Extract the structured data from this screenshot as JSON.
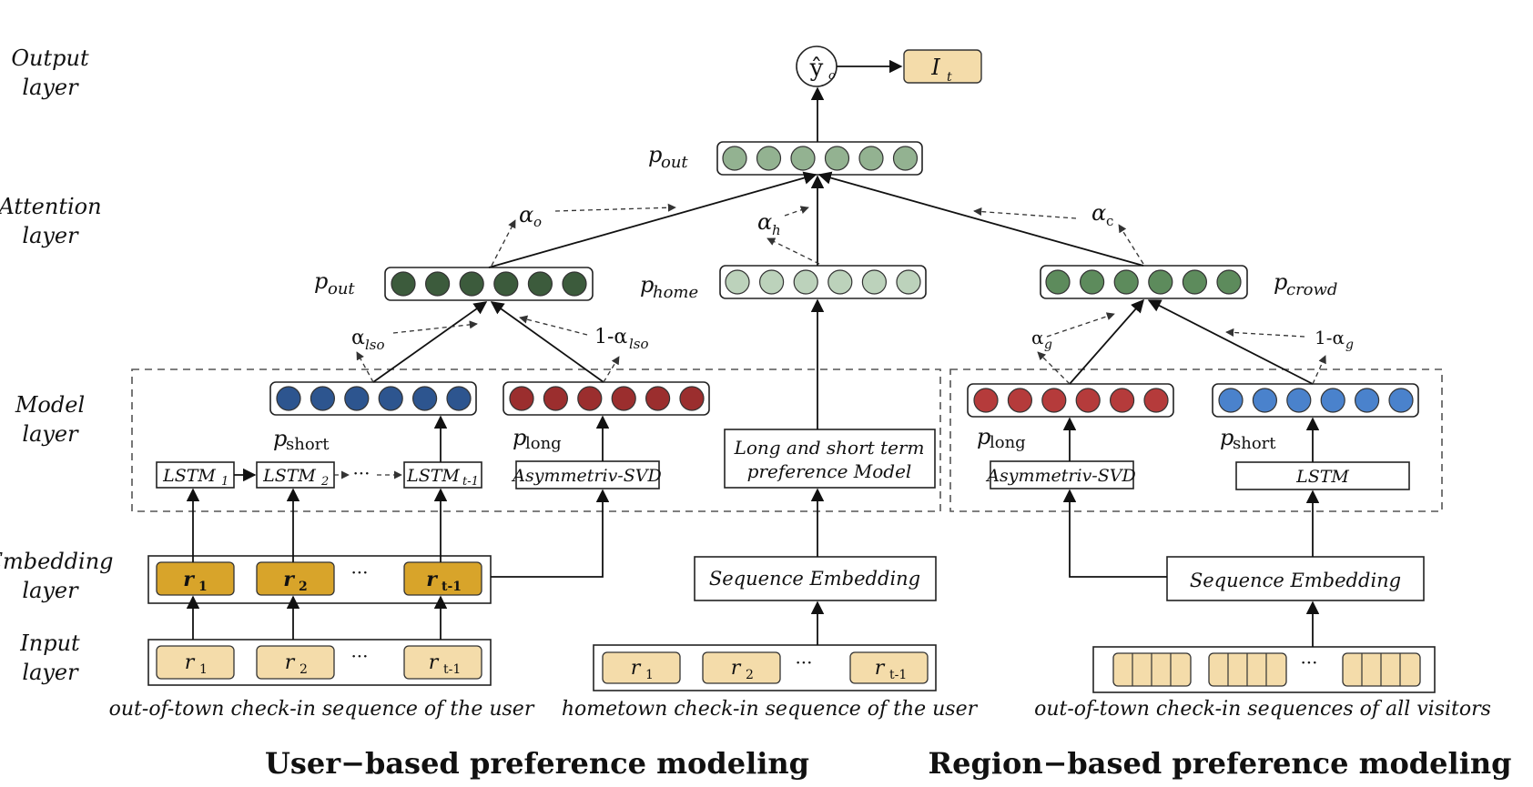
{
  "layers": {
    "output": [
      "Output",
      "layer"
    ],
    "attention": [
      "Attention",
      "layer"
    ],
    "model": [
      "Model",
      "layer"
    ],
    "embedding": [
      "Embedding",
      "layer"
    ],
    "input": [
      "Input",
      "layer"
    ]
  },
  "output": {
    "y_hat": "ŷ",
    "y_sub": "o",
    "result": "I",
    "result_sub": "t"
  },
  "labels": {
    "p_out_top": "p",
    "p_out_top_sub": "out",
    "p_out": "p",
    "p_out_sub": "out",
    "p_home": "p",
    "p_home_sub": "home",
    "p_crowd": "p",
    "p_crowd_sub": "crowd",
    "p_short_left": "p",
    "p_short_left_sub": "short",
    "p_long_left": "p",
    "p_long_left_sub": "long",
    "p_long_right": "p",
    "p_long_right_sub": "long",
    "p_short_right": "p",
    "p_short_right_sub": "short"
  },
  "weights": {
    "alpha": "α",
    "alpha_o_sub": "o",
    "alpha_h_sub": "h",
    "alpha_c_sub": "c",
    "alpha_lso_sub": "lso",
    "one_minus_alpha_lso": "1-α",
    "alpha_g_sub": "g",
    "one_minus_alpha_g": "1-α"
  },
  "model": {
    "lstm": "LSTM",
    "lstm1_sub": "1",
    "lstm2_sub": "2",
    "lstmt_sub": "t-1",
    "ellipsis": "···",
    "asym_left": "Asymmetriv-SVD",
    "asym_right": "Asymmetriv-SVD",
    "lstm_right": "LSTM",
    "ls_model_line1": "Long and short term",
    "ls_model_line2": "preference Model"
  },
  "embedding": {
    "r": "r",
    "r1_sub": "1",
    "r2_sub": "2",
    "rt_sub": "t-1",
    "ellipsis": "···",
    "seq_embed_center": "Sequence Embedding",
    "seq_embed_right": "Sequence Embedding"
  },
  "input": {
    "r": "r",
    "r1_sub": "1",
    "r2_sub": "2",
    "rt_sub": "t-1",
    "ellipsis": "···"
  },
  "captions": {
    "left": "out-of-town check-in sequence of the user",
    "center": "hometown check-in sequence of the user",
    "right": "out-of-town check-in sequences of all visitors"
  },
  "titles": {
    "user": "User−based preference modeling",
    "region": "Region−based preference modeling"
  },
  "colors": {
    "out_top": "#93b291",
    "out_dark": "#3c5b3c",
    "home": "#bcd2bb",
    "crowd": "#5d8b5c",
    "short_blue_dark": "#2d558f",
    "short_blue": "#3f6fb0",
    "long_red": "#9b2e2e",
    "right_red": "#b53b3b",
    "right_blue": "#4a82cc",
    "embed_gold": "#d8a42a",
    "input_tan": "#f4dcaa"
  }
}
